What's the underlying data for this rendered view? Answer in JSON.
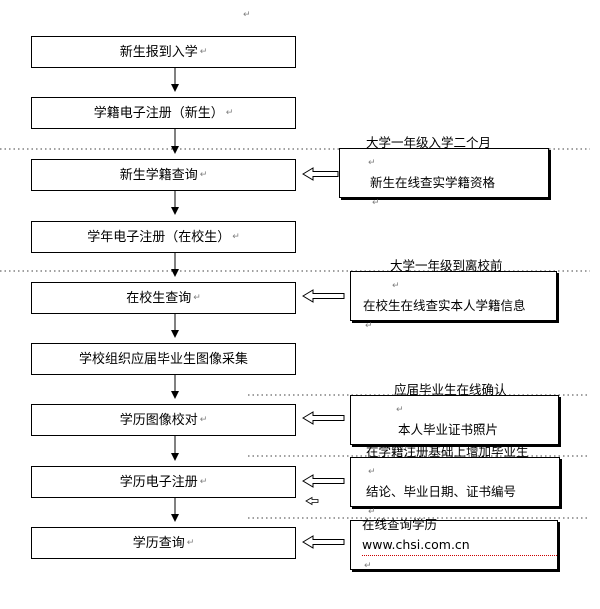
{
  "top_mark": "↵",
  "steps": [
    "新生报到入学",
    "学籍电子注册（新生）",
    "新生学籍查询",
    "学年电子注册（在校生）",
    "在校生查询",
    "学校组织应届毕业生图像采集",
    "学历图像校对",
    "学历电子注册",
    "学历查询"
  ],
  "notes": [
    {
      "line1": "大学一年级入学二个月",
      "line2": "新生在线查实学籍资格"
    },
    {
      "line1": "大学一年级到离校前",
      "line2": "在校生在线查实本人学籍信息"
    },
    {
      "line1": "应届毕业生在线确认",
      "line2": "本人毕业证书照片"
    },
    {
      "line1": "在学籍注册基础上增加毕业生",
      "line2": "结论、毕业日期、证书编号"
    },
    {
      "line1a": "在线查询学历 ",
      "line1b": "www.chsi.com.cn"
    }
  ],
  "colors": {
    "line": "#000000",
    "divider": "#808080",
    "text": "#000000"
  }
}
